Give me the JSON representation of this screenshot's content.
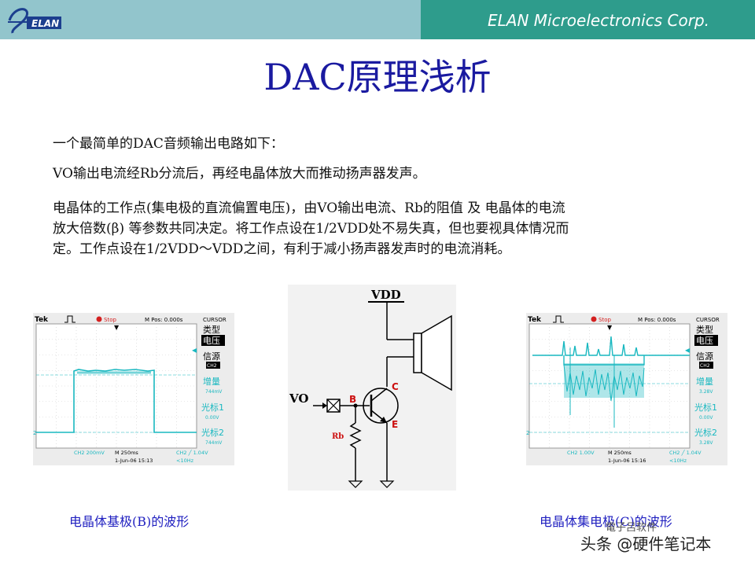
{
  "header": {
    "logo_text": "ELAN",
    "company": "ELAN Microelectronics Corp."
  },
  "title": "DAC原理浅析",
  "paragraphs": [
    "一个最简单的DAC音频输出电路如下：",
    "VO输出电流经Rb分流后，再经电晶体放大而推动扬声器发声。",
    "电晶体的工作点(集电极的直流偏置电压)，由VO输出电流、Rb的阻值  及 电晶体的电流",
    "放大倍数(β) 等参数共同决定。将工作点设在1/2VDD处不易失真，但也要视具体情况而",
    "定。工作点设在1/2VDD～VDD之间，有利于减小扬声器发声时的电流消耗。"
  ],
  "scope_left": {
    "brand": "Tek",
    "status": "Stop",
    "mpos": "M Pos: 0.000s",
    "menu": {
      "cursor": "CURSOR",
      "type_label": "类型",
      "type_value": "电压",
      "source_label": "信源",
      "source_value": "CH2",
      "delta_label": "增量",
      "delta_value": "744mV",
      "cursor1_label": "光标1",
      "cursor1_value": "0.00V",
      "cursor2_label": "光标2",
      "cursor2_value": "744mV"
    },
    "footer": {
      "ch": "CH2  200mV",
      "timebase": "M 250ms",
      "trigger": "CH2 ╱ 1.04V",
      "date": "1-Jun-06 15:13",
      "freq": "<10Hz"
    },
    "level_marker": "2"
  },
  "scope_right": {
    "brand": "Tek",
    "status": "Stop",
    "mpos": "M Pos: 0.000s",
    "menu": {
      "cursor": "CURSOR",
      "type_label": "类型",
      "type_value": "电压",
      "source_label": "信源",
      "source_value": "CH2",
      "delta_label": "增量",
      "delta_value": "3.28V",
      "cursor1_label": "光标1",
      "cursor1_value": "0.00V",
      "cursor2_label": "光标2",
      "cursor2_value": "3.28V"
    },
    "footer": {
      "ch": "CH2  1.00V",
      "timebase": "M 250ms",
      "trigger": "CH2 ╱ 1.04V",
      "date": "1-Jun-06 15:16",
      "freq": "<10Hz"
    },
    "level_marker": "2"
  },
  "circuit": {
    "vdd": "VDD",
    "vo": "VO",
    "b": "B",
    "c": "C",
    "e": "E",
    "rb": "Rb"
  },
  "captions": {
    "left": "电晶体基极(B)的波形",
    "right": "电晶体集电极(C)的波形"
  },
  "watermark": {
    "main": "头条 @硬件笔记本",
    "sub": "電子吕软件"
  },
  "colors": {
    "header_light": "#92c5cc",
    "header_dark": "#2e9c8c",
    "title": "#1a1aa0",
    "waveform": "#19b8c0",
    "caption": "#2020c0"
  }
}
